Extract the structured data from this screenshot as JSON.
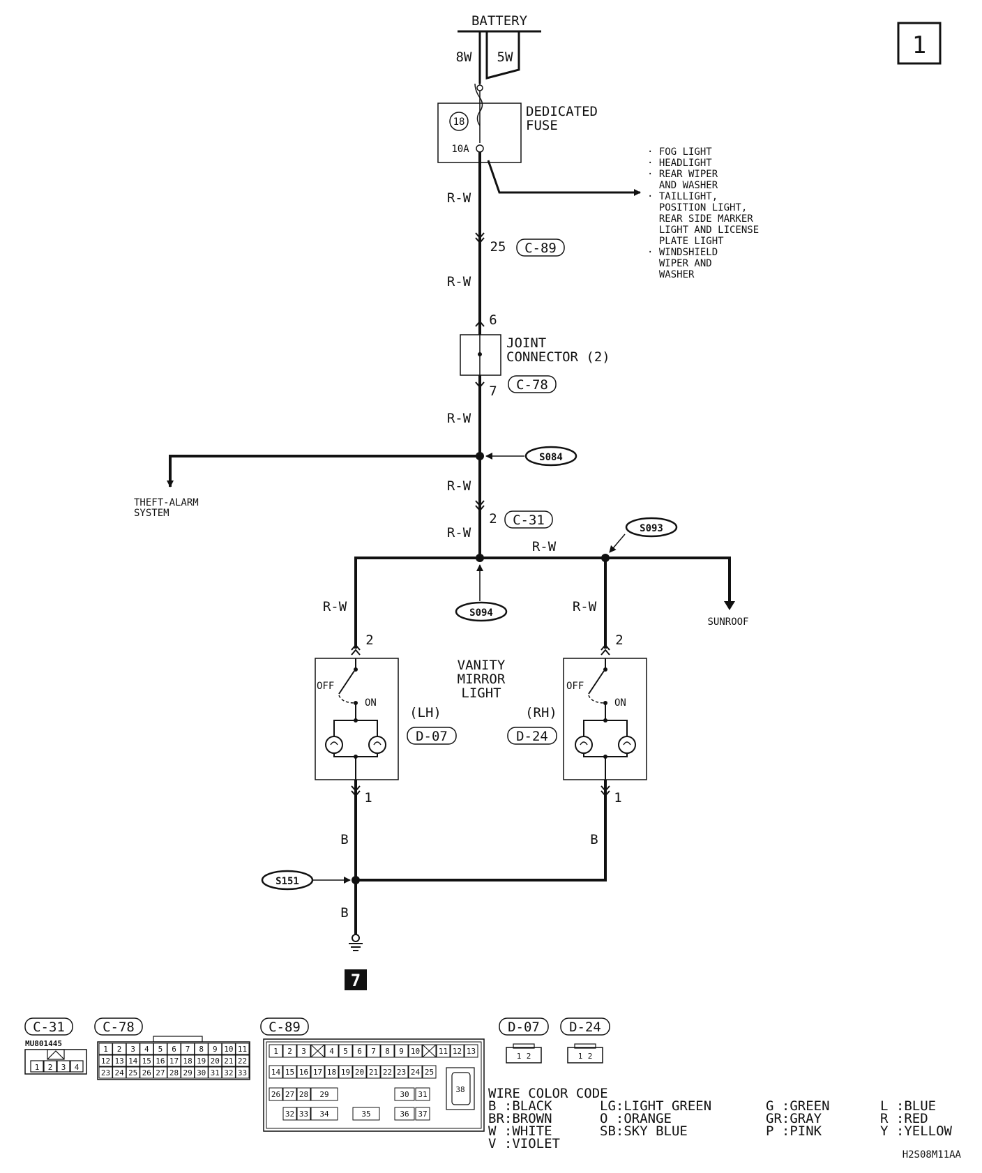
{
  "page_number": "1",
  "battery": {
    "label": "BATTERY",
    "wire_left": "8W",
    "wire_right": "5W"
  },
  "fuse": {
    "title_1": "DEDICATED",
    "title_2": "FUSE",
    "number": "18",
    "rating": "10A"
  },
  "fuse_branch_list": [
    "· FOG LIGHT",
    "· HEADLIGHT",
    "· REAR WIPER",
    "  AND WASHER",
    "· TAILLIGHT,",
    "  POSITION LIGHT,",
    "  REAR SIDE MARKER",
    "  LIGHT AND LICENSE",
    "  PLATE LIGHT",
    "· WINDSHIELD",
    "  WIPER AND",
    "  WASHER"
  ],
  "wires": {
    "rw": "R-W",
    "b": "B"
  },
  "pins": {
    "c89_pin": "25",
    "jc_in": "6",
    "jc_out": "7",
    "c31_pin": "2",
    "lh_top": "2",
    "rh_top": "2",
    "lh_bottom": "1",
    "rh_bottom": "1"
  },
  "connectors": {
    "c89": "C-89",
    "c78": "C-78",
    "c31": "C-31",
    "d07": "D-07",
    "d24": "D-24"
  },
  "joint_connector": {
    "line1": "JOINT",
    "line2": "CONNECTOR (2)"
  },
  "splices": {
    "s084": "S084",
    "s093": "S093",
    "s094": "S094",
    "s151": "S151"
  },
  "destinations": {
    "theft_1": "THEFT-ALARM",
    "theft_2": "SYSTEM",
    "sunroof": "SUNROOF"
  },
  "vanity": {
    "line1": "VANITY",
    "line2": "MIRROR",
    "line3": "LIGHT",
    "lh": "(LH)",
    "rh": "(RH)",
    "off": "OFF",
    "on": "ON"
  },
  "ground_number": "7",
  "c31_part_number": "MU801445",
  "c31_pins": [
    "1",
    "2",
    "3",
    "4"
  ],
  "d_pins": [
    "1",
    "2"
  ],
  "wire_color_code": {
    "title": "WIRE COLOR CODE",
    "columns": [
      [
        "B :BLACK",
        "BR:BROWN",
        "W :WHITE",
        "V :VIOLET"
      ],
      [
        "LG:LIGHT GREEN",
        "O :ORANGE",
        "SB:SKY BLUE"
      ],
      [
        "G :GREEN",
        "GR:GRAY",
        "P :PINK"
      ],
      [
        "L :BLUE",
        "R :RED",
        "Y :YELLOW"
      ]
    ]
  },
  "diagram_code": "H2S08M11AA"
}
